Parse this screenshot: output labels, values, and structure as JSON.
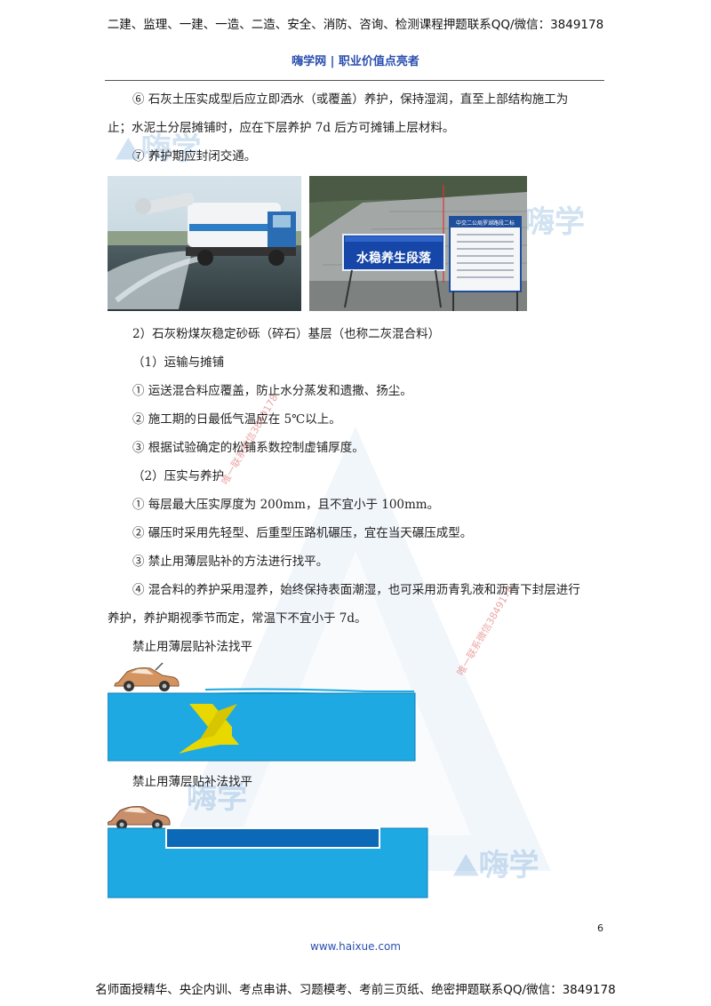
{
  "header": {
    "top_text": "二建、监理、一建、一造、二造、安全、消防、咨询、检测课程押题联系QQ/微信：3849178",
    "site_line": "嗨学网 | 职业价值点亮者"
  },
  "paragraphs": {
    "p6_line1": "⑥ 石灰土压实成型后应立即洒水（或覆盖）养护，保持湿润，直至上部结构施工为",
    "p6_line2": "止；水泥土分层摊铺时，应在下层养护 7d 后方可摊铺上层材料。",
    "p7": "⑦ 养护期应封闭交通。",
    "section2": "2）石灰粉煤灰稳定砂砾（碎石）基层（也称二灰混合料）",
    "sub1": "（1）运输与摊铺",
    "item1": "① 运送混合料应覆盖，防止水分蒸发和遗撒、扬尘。",
    "item2": "② 施工期的日最低气温应在 5℃以上。",
    "item3": "③ 根据试验确定的松铺系数控制虚铺厚度。",
    "sub2": "（2）压实与养护",
    "item4": "① 每层最大压实厚度为 200mm，且不宜小于 100mm。",
    "item5": "② 碾压时采用先轻型、后重型压路机碾压，宜在当天碾压成型。",
    "item6": "③ 禁止用薄层贴补的方法进行找平。",
    "item7_line1": "④ 混合料的养护采用湿养，始终保持表面潮湿，也可采用沥青乳液和沥青下封层进行",
    "item7_line2": "养护，养护期视季节而定，常温下不宜小于 7d。"
  },
  "photos": {
    "right_sign": "水稳养生段落",
    "board_title": "中交二公局罗湖路段二标"
  },
  "figures": {
    "caption1": "禁止用薄层贴补法找平",
    "caption2": "禁止用薄层贴补法找平"
  },
  "watermarks": {
    "logo_text": "嗨学",
    "stamp1": "唯一联系微信3849178",
    "stamp2": "唯一联系微信3849178"
  },
  "page_number": "6",
  "footer": {
    "url": "www.haixue.com",
    "text": "名师面授精华、央企内训、考点串讲、习题模考、考前三页纸、绝密押题联系QQ/微信：3849178"
  },
  "colors": {
    "road_blue": "#1ea9e3",
    "patch_blue": "#0c69b8",
    "x_yellow": "#e8d800",
    "link_blue": "#2a4fb0"
  }
}
